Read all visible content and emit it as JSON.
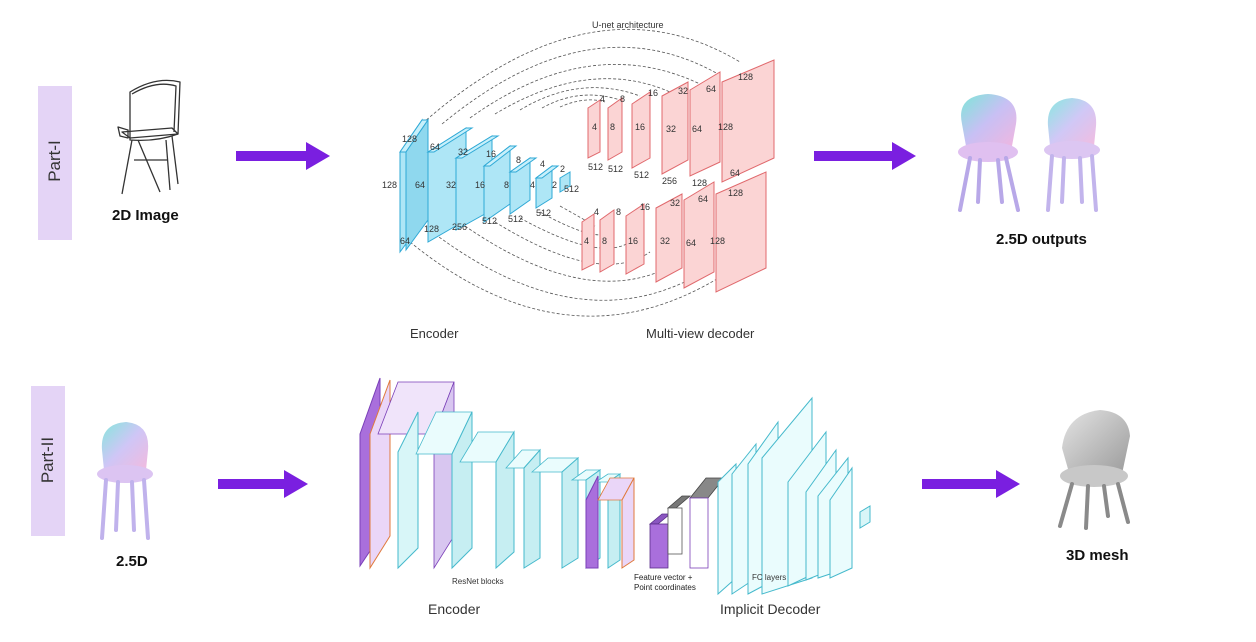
{
  "part1": {
    "tab_label": "Part-I",
    "input_caption": "2D Image",
    "output_caption": "2.5D outputs",
    "unet_title": "U-net architecture",
    "encoder_label": "Encoder",
    "decoder_label": "Multi-view decoder",
    "encoder_block_labels": [
      {
        "top": "128",
        "side": "128",
        "bottom": "64"
      },
      {
        "top": "64",
        "side": "64",
        "bottom": "128"
      },
      {
        "top": "32",
        "side": "32",
        "bottom": "256"
      },
      {
        "top": "16",
        "side": "16",
        "bottom": "512"
      },
      {
        "top": "8",
        "side": "8",
        "bottom": "512"
      },
      {
        "top": "4",
        "side": "4",
        "bottom": "512"
      },
      {
        "top": "2",
        "side": "2",
        "bottom": "512"
      }
    ],
    "decoder_top_labels": [
      {
        "top": "4",
        "side": "4",
        "bottom": "512"
      },
      {
        "top": "8",
        "side": "8",
        "bottom": "512"
      },
      {
        "top": "16",
        "side": "16",
        "bottom": "512"
      },
      {
        "top": "32",
        "side": "32",
        "bottom": "256"
      },
      {
        "top": "64",
        "side": "64",
        "bottom": "128"
      },
      {
        "top": "128",
        "side": "128",
        "bottom": "64"
      }
    ],
    "decoder_bottom_labels": [
      {
        "top": "4",
        "side": "4"
      },
      {
        "top": "8",
        "side": "8"
      },
      {
        "top": "16",
        "side": "16"
      },
      {
        "top": "32",
        "side": "32"
      },
      {
        "top": "64",
        "side": "64"
      },
      {
        "top": "128",
        "side": "128"
      }
    ]
  },
  "part2": {
    "tab_label": "Part-II",
    "input_caption": "2.5D",
    "output_caption": "3D mesh",
    "resnet_label": "ResNet blocks",
    "encoder_label": "Encoder",
    "feature_label_line1": "Feature vector +",
    "feature_label_line2": "Point coordinates",
    "fc_label": "FC layers",
    "decoder_label": "Implicit Decoder"
  },
  "colors": {
    "arrow": "#7a1fe0",
    "tab_bg": "#e4d4f6",
    "encoder_block": "#aee6f6",
    "encoder_stroke": "#2fa9d6",
    "decoder_block": "#fbd4d4",
    "decoder_stroke": "#e0696d",
    "resnet_block": "#d8f6f8",
    "resnet_stroke": "#45b9cc",
    "purple_block": "#a96fdc",
    "lilac_block": "#ead6f8",
    "orange_stroke": "#e07a3c"
  }
}
